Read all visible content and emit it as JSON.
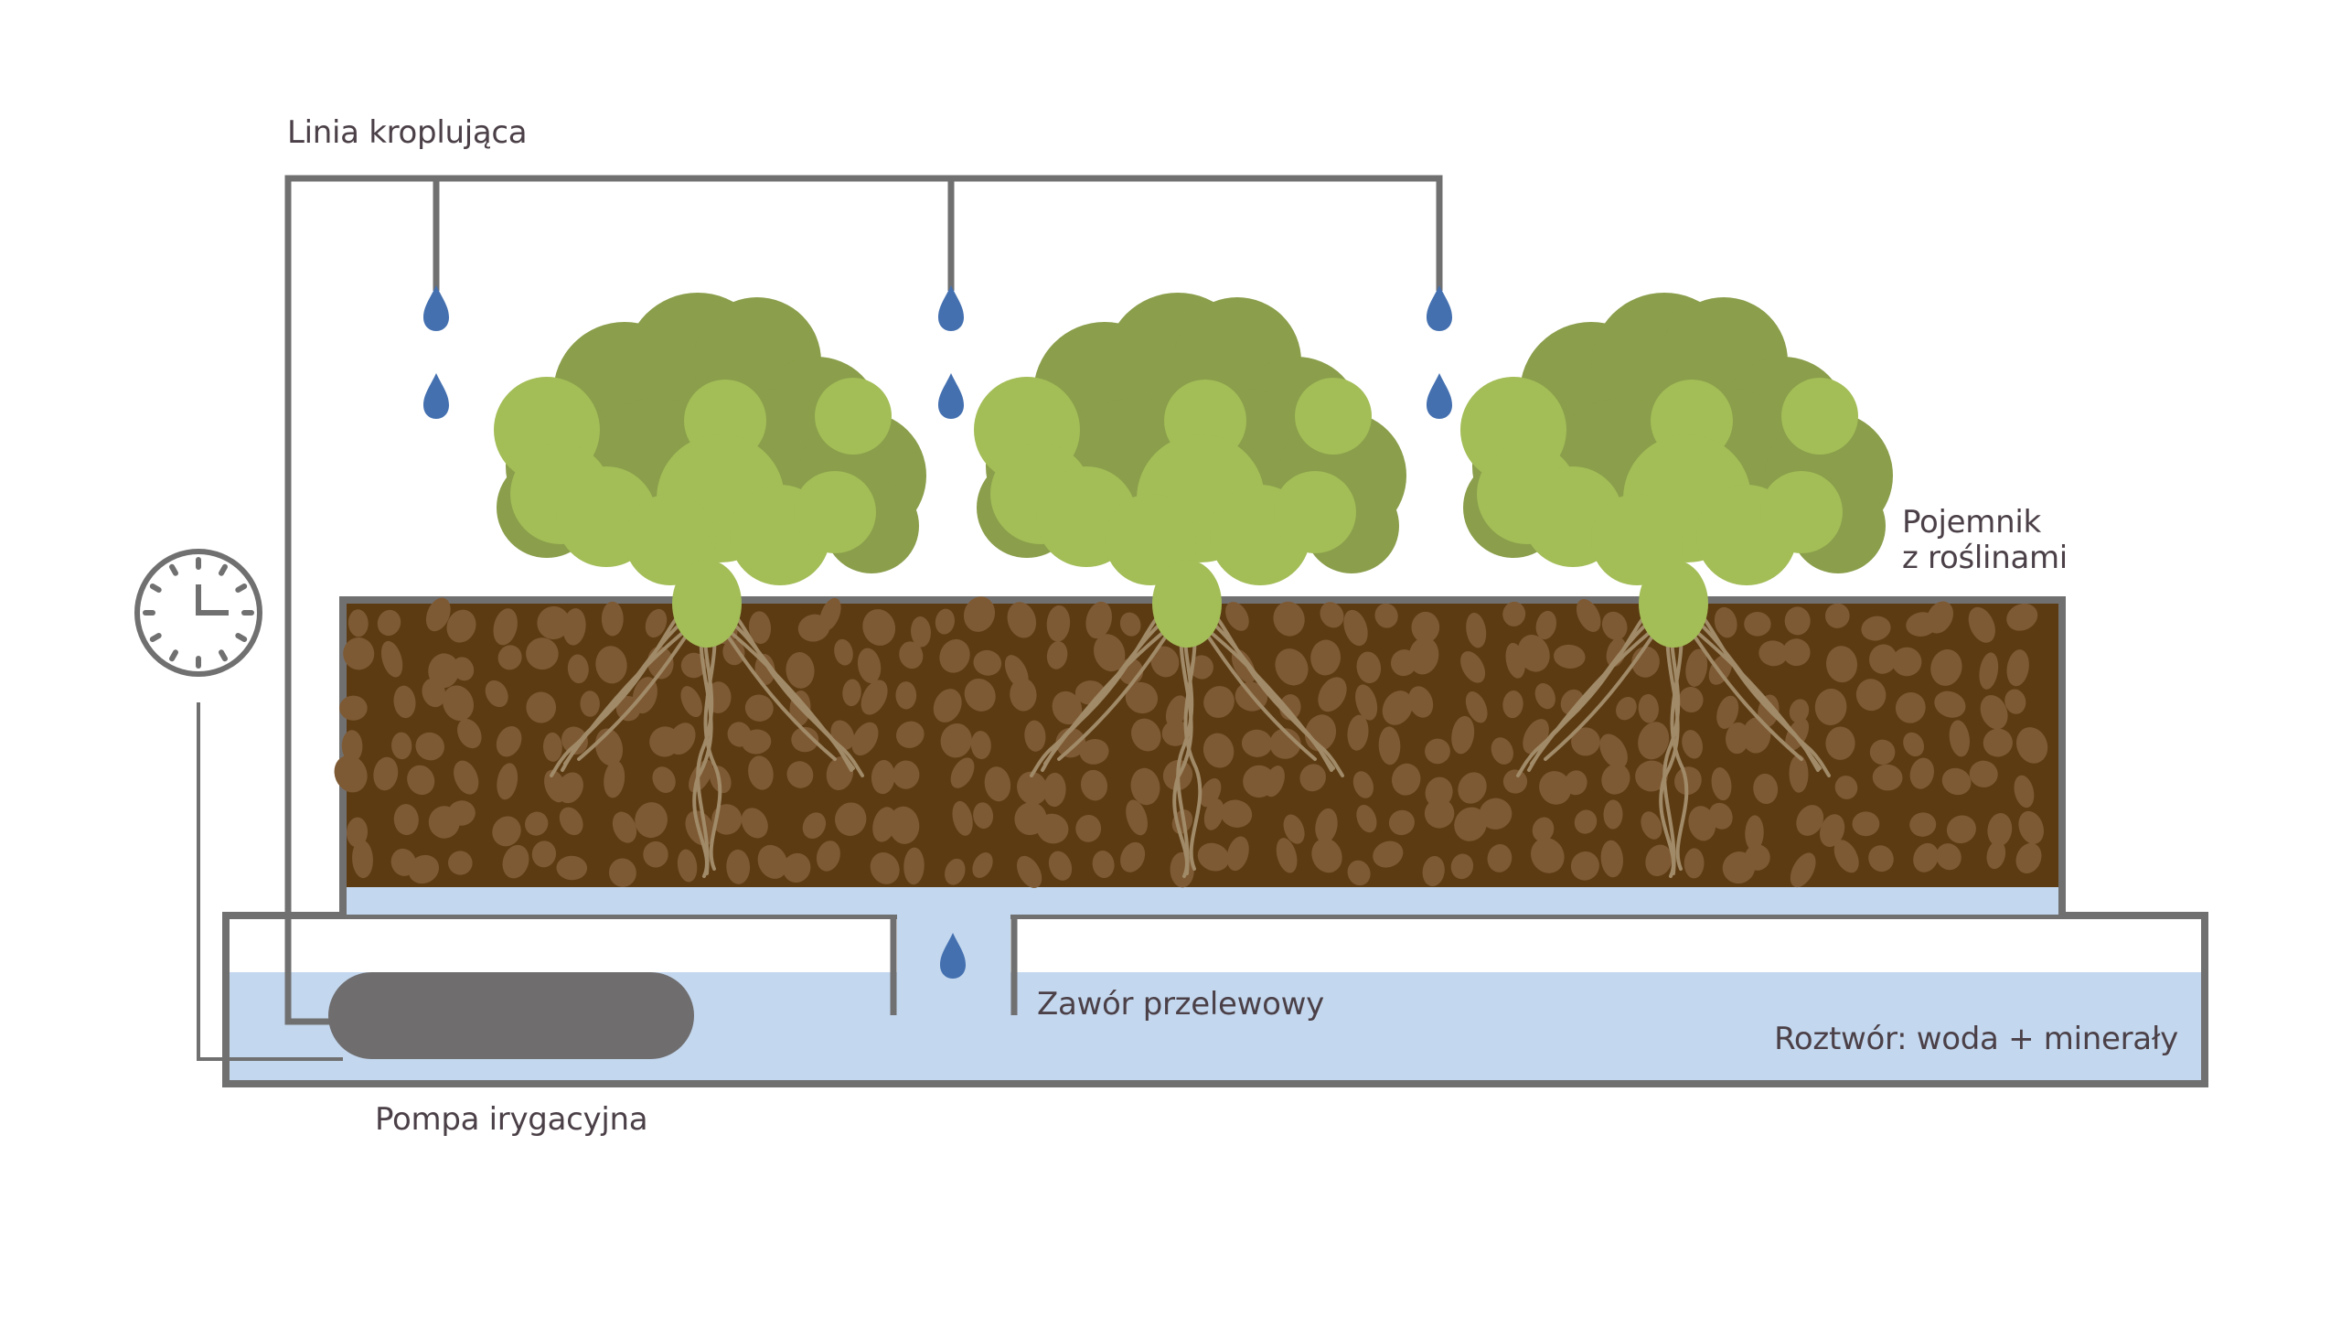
{
  "labels": {
    "drip_line": "Linia kroplująca",
    "container_line1": "Pojemnik",
    "container_line2": "z roślinami",
    "overflow_valve": "Zawór przelewowy",
    "solution": "Roztwór: woda + minerały",
    "pump": "Pompa irygacyjna"
  },
  "components": {
    "plants_count": 3,
    "drippers_count": 3,
    "icons": [
      "clock-icon",
      "water-drop-icon",
      "pump-icon",
      "plant-icon"
    ]
  },
  "colors": {
    "pipe": "#717071",
    "water": "#c3d7ee",
    "drop": "#4470b0",
    "soil": "#5c3b12",
    "soil_particle": "#7e5a34",
    "leaf_dark": "#8a9e4b",
    "leaf_light": "#a3bd57",
    "root": "#a08a68",
    "text": "#4b4047"
  }
}
